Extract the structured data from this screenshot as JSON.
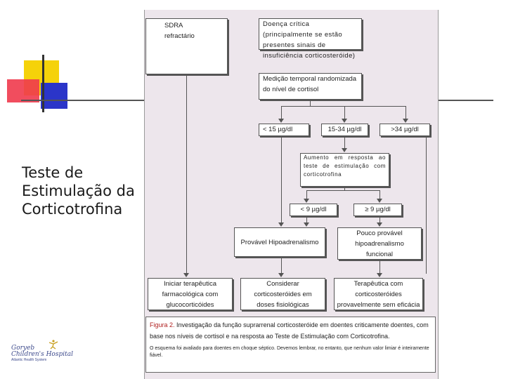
{
  "slide": {
    "title": "Teste de Estimulação da Corticotrofina"
  },
  "diagram": {
    "box_sdra": "SDRA refractário",
    "box_doenca": "Doença crítica (principalmente se estão presentes sinais de insuficiência corticosteróide)",
    "box_medicao": "Medição temporal randomizada do nível de cortisol",
    "box_lt15": "< 15 µg/dl",
    "box_15_34": "15-34 µg/dl",
    "box_gt34": ">34 µg/dl",
    "box_aumento": "Aumento em resposta ao teste de estimulação com corticotrofina",
    "box_lt9": "< 9 µg/dl",
    "box_ge9": "≥ 9 µg/dl",
    "box_provavel": "Provável Hipoadrenalismo",
    "box_pouco": "Pouco provável hipoadrenalismo funcional",
    "box_iniciar": "Iniciar terapêutica farmacológica com glucocorticóides",
    "box_considerar": "Considerar corticosteróides em doses fisiológicas",
    "box_terapeutica": "Terapêutica com corticosteróides provavelmente sem eficácia"
  },
  "caption": {
    "label": "Figura 2.",
    "text": " Investigação da função suprarrenal corticosteróide em doentes criticamente doentes, com base nos níveis de cortisol e na resposta ao Teste de Estimulação com Corticotrofina.",
    "note": "O esquema foi avaliado para doentes em choque séptico. Devemos lembrar, no entanto, que nenhum valor limiar é inteiramente fiável."
  },
  "logo": {
    "line1": "Goryeb",
    "line2": "Children's Hospital",
    "line3": "Atlantic Health System"
  },
  "colors": {
    "yellow": "#f5d20a",
    "red": "#ef3a4c",
    "blue": "#2b35c9",
    "panel": "#ede6ec"
  }
}
